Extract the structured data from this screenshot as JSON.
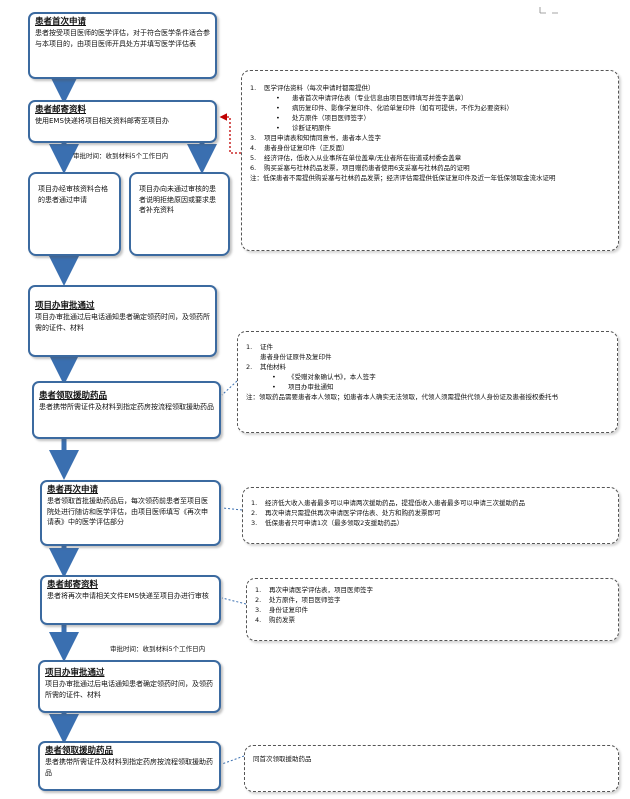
{
  "steps": [
    {
      "title": "患者首次申请",
      "desc": "患者按受项目医师的医学评估，对于符合医学条件适合参与本项目的，由项目医师开具处方并填写医学评估表"
    },
    {
      "title": "患者邮寄资料",
      "desc": "使用EMS快递将项目相关资料邮寄至项目办"
    },
    {
      "title": "项目办审批通过",
      "desc": "项目办审批通过后电话通知患者确定领药时间，及领药所需的证件、材料"
    },
    {
      "title": "患者领取援助药品",
      "desc": "患者携带所需证件及材料到指定药房按流程领取援助药品"
    },
    {
      "title": "患者再次申请",
      "desc": "患者领取首批援助药品后，每次领药前患者至项目医院处进行随访和医学评估，由项目医师填写《再次申请表》中的医学评估部分"
    },
    {
      "title": "患者邮寄资料",
      "desc": "患者将再次申请相关文件EMS快递至项目办进行审核"
    },
    {
      "title": "项目办审批通过",
      "desc": "项目办审批通过后电话通知患者确定领药时间，及领药所需的证件、材料"
    },
    {
      "title": "患者领取援助药品",
      "desc": "患者携带所需证件及材料到指定药房按流程领取援助药品"
    }
  ],
  "branch_left": "项目办经审核资料合格的患者通过申请",
  "branch_right": "项目办向未通过审核的患者说明拒绝原因或要求患者补充资料",
  "review_time_1": "审批时间：收到材料5个工作日内",
  "review_time_2": "审批时间：收到材料5个工作日内",
  "note_first_materials": {
    "items": [
      {
        "num": "1.",
        "text": "医学评估资料（每次申请时都需提供）",
        "subs": [
          "患者首次申请评估表（专业信息由项目医师填写并签字盖章）",
          "病历复印件、影像学复印件、化验单复印件（如有可提供，不作为必要资料）",
          "处方原件（项目医师签字）",
          "诊断证明原件"
        ]
      },
      {
        "num": "3.",
        "text": "项目申请表和知情同意书，患者本人签字",
        "subs": []
      },
      {
        "num": "4.",
        "text": "患者身份证复印件（正反面）",
        "subs": []
      },
      {
        "num": "5.",
        "text": "经济评估，低收入从业事所在单位盖章/无业者所在街道或村委会盖章",
        "subs": []
      },
      {
        "num": "6.",
        "text": "购买妥塞与社林药品发票，项目赠药患者使用6支妥塞与社林药品的证明",
        "subs": []
      }
    ],
    "note": "注：低保患者不需提供购妥塞与社林药品发票；经济评估需提供低保证复印件及近一年低保领取金流水证明"
  },
  "note_pickup": {
    "items": [
      {
        "num": "1.",
        "text": "证件",
        "line2": "患者身份证原件及复印件",
        "subs": []
      },
      {
        "num": "2.",
        "text": "其他材料",
        "line2": "",
        "subs": [
          "《受赠对象确认书》，本人签字",
          "项目办审批通知"
        ]
      }
    ],
    "note": "注：领取药品需要患者本人领取；如患者本人确实无法领取，代领人须需提供代领人身份证及患者授权委托书"
  },
  "note_reapply": {
    "items": [
      {
        "num": "1.",
        "text": "经济低大收入患者最多可以申请两次援助药品，提提低收入患者最多可以申请三次援助药品"
      },
      {
        "num": "2.",
        "text": "再次申请只需提供再次申请医学评估表、处方和购药发票即可"
      },
      {
        "num": "3.",
        "text": "低保患者只可申请1次（最多领取2支援助药品）"
      }
    ]
  },
  "note_mail2": {
    "items": [
      {
        "num": "1.",
        "text": "再次申请医学评估表，项目医师签字"
      },
      {
        "num": "2.",
        "text": "处方原件，项目医师签字"
      },
      {
        "num": "3.",
        "text": "身份证复印件"
      },
      {
        "num": "4.",
        "text": "购药发票"
      }
    ]
  },
  "note_last": "同首次领取援助药品",
  "colors": {
    "box_border": "#3b6aa0",
    "arrow": "#3a6fb0",
    "dotted_arrow": "#c00000"
  }
}
